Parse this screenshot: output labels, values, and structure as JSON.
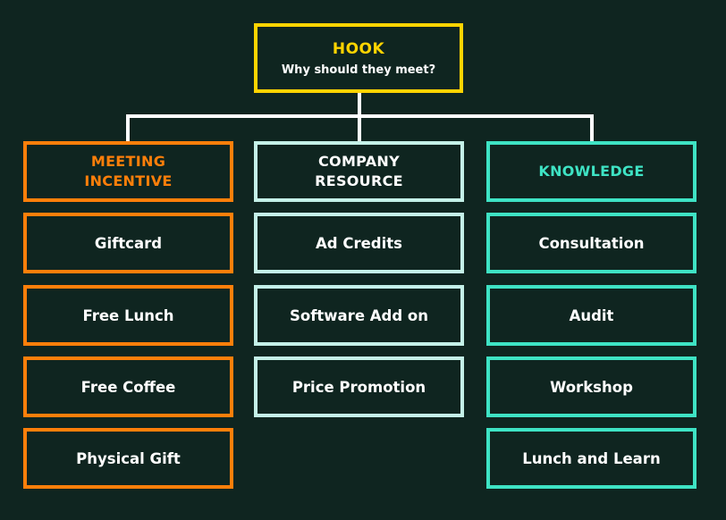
{
  "hook": {
    "title": "HOOK",
    "subtitle": "Why should they meet?"
  },
  "columns": [
    {
      "header_line1": "MEETING",
      "header_line2": "INCENTIVE",
      "color": "#ff7f0a",
      "items": [
        "Giftcard",
        "Free Lunch",
        "Free Coffee",
        "Physical Gift"
      ]
    },
    {
      "header_line1": "COMPANY",
      "header_line2": "RESOURCE",
      "color": "#c4f1e8",
      "items": [
        "Ad Credits",
        "Software Add on",
        "Price Promotion"
      ]
    },
    {
      "header_line1": "KNOWLEDGE",
      "header_line2": "",
      "color": "#3ee3c4",
      "items": [
        "Consultation",
        "Audit",
        "Workshop",
        "Lunch and Learn"
      ]
    }
  ],
  "colors": {
    "background": "#0f2520",
    "hook": "#ffd400",
    "connector": "#ffffff"
  }
}
